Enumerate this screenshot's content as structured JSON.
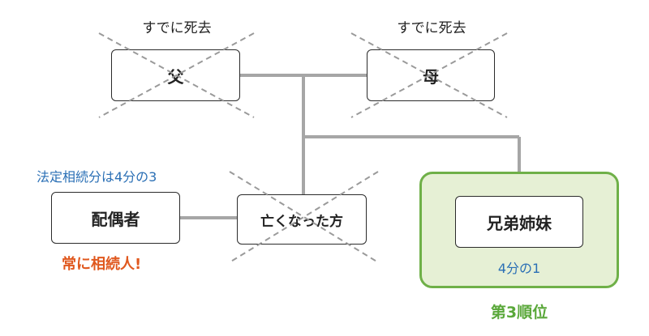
{
  "diagram": {
    "father": {
      "label": "父",
      "status": "すでに死去"
    },
    "mother": {
      "label": "母",
      "status": "すでに死去"
    },
    "deceased": {
      "label": "亡くなった方"
    },
    "spouse": {
      "label": "配偶者",
      "share_note": "法定相続分は4分の3",
      "always_note": "常に相続人!"
    },
    "siblings": {
      "label": "兄弟姉妹",
      "share": "4分の1",
      "rank": "第3順位"
    },
    "colors": {
      "blue": "#2a6fb5",
      "orange": "#e0581e",
      "green": "#5aa83a",
      "green_fill": "#e6f0d5",
      "green_border": "#6fb048",
      "line": "#a6a6a6",
      "cross": "#9a9a9a"
    }
  }
}
